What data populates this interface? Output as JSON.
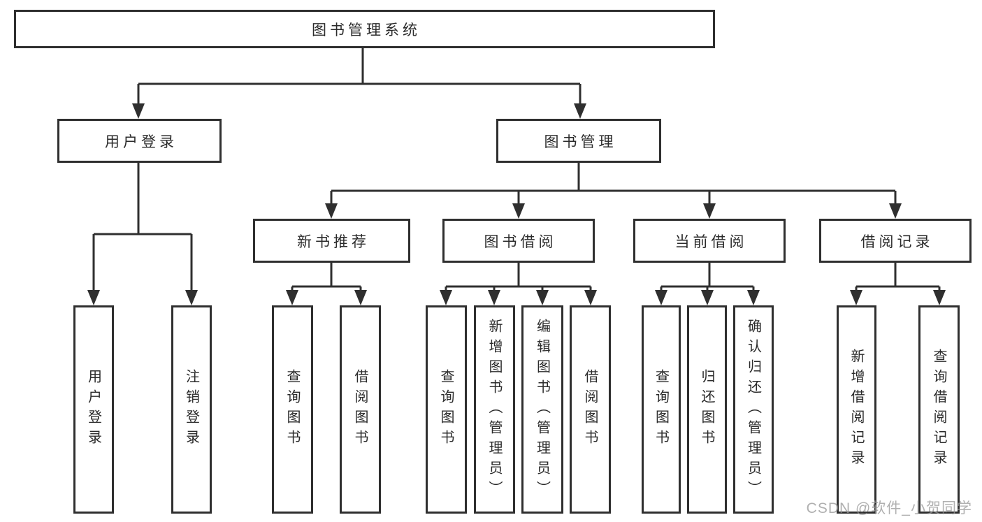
{
  "diagram": {
    "kind": "hierarchy-tree",
    "watermark": "CSDN @软件_小贺同学",
    "colors": {
      "line": "#2f2f2f",
      "box_border": "#2f2f2f",
      "text": "#2b2b2b",
      "watermark": "#b8b8b8",
      "background": "#ffffff"
    }
  },
  "tree": {
    "label": "图书管理系统",
    "children": [
      {
        "label": "用户登录",
        "children": [
          {
            "label": "用户登录"
          },
          {
            "label": "注销登录"
          }
        ]
      },
      {
        "label": "图书管理",
        "children": [
          {
            "label": "新书推荐",
            "children": [
              {
                "label": "查询图书"
              },
              {
                "label": "借阅图书"
              }
            ]
          },
          {
            "label": "图书借阅",
            "children": [
              {
                "label": "查询图书"
              },
              {
                "label": "新增图书（管理员）"
              },
              {
                "label": "编辑图书（管理员）"
              },
              {
                "label": "借阅图书"
              }
            ]
          },
          {
            "label": "当前借阅",
            "children": [
              {
                "label": "查询图书"
              },
              {
                "label": "归还图书"
              },
              {
                "label": "确认归还（管理员）"
              }
            ]
          },
          {
            "label": "借阅记录",
            "children": [
              {
                "label": "新增借阅记录"
              },
              {
                "label": "查询借阅记录"
              }
            ]
          }
        ]
      }
    ]
  }
}
